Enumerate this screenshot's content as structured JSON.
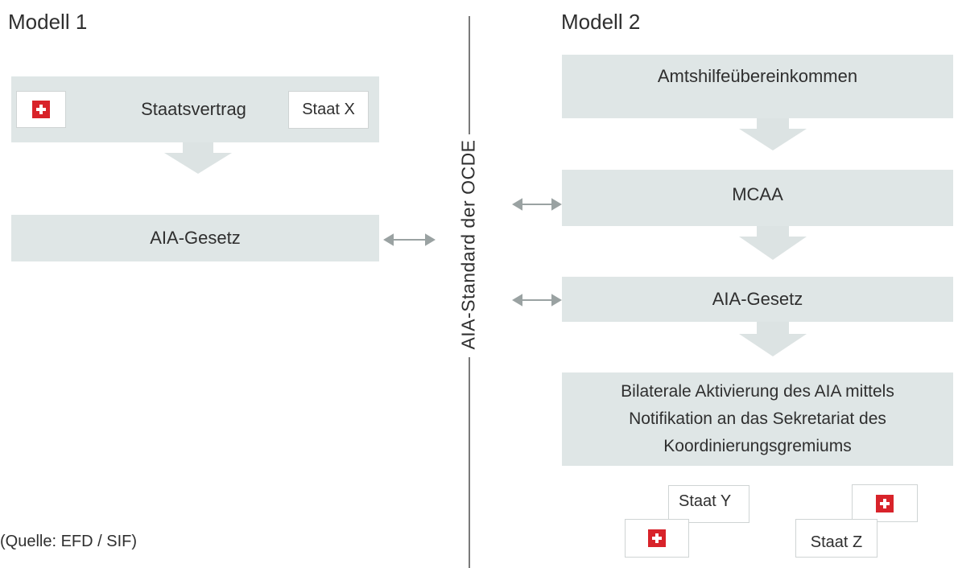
{
  "models": {
    "model1": {
      "title": "Modell 1",
      "treaty_label": "Staatsvertrag",
      "state_label": "Staat X",
      "law_label": "AIA-Gesetz"
    },
    "model2": {
      "title": "Modell 2",
      "step1": "Amtshilfeübereinkommen",
      "step2": "MCAA",
      "step3": "AIA-Gesetz",
      "step4_lines": [
        "Bilaterale Aktivierung des AIA mittels",
        "Notifikation an das Sekretariat des",
        "Koordinierungsgremiums"
      ],
      "state_y": "Staat Y",
      "state_z": "Staat Z"
    }
  },
  "divider": {
    "label": "AIA-Standard der OCDE"
  },
  "source": "(Quelle: EFD / SIF)",
  "colors": {
    "box_fill": "#dfe6e6",
    "arrow_fill": "#dce3e3",
    "swiss_red": "#d8232a",
    "line": "#7a7a7a",
    "double_arrow": "#9aa2a2"
  }
}
